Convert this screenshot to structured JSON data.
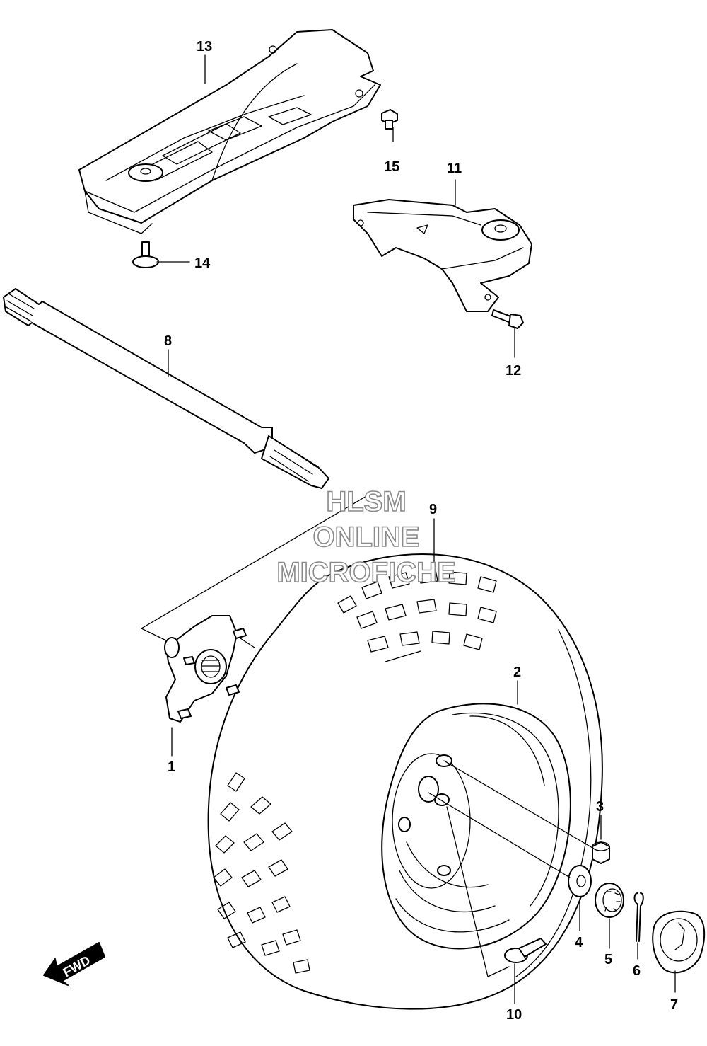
{
  "callouts": [
    {
      "id": "1",
      "label": "1"
    },
    {
      "id": "2",
      "label": "2"
    },
    {
      "id": "3",
      "label": "3"
    },
    {
      "id": "4",
      "label": "4"
    },
    {
      "id": "5",
      "label": "5"
    },
    {
      "id": "6",
      "label": "6"
    },
    {
      "id": "7",
      "label": "7"
    },
    {
      "id": "8",
      "label": "8"
    },
    {
      "id": "9",
      "label": "9"
    },
    {
      "id": "10",
      "label": "10"
    },
    {
      "id": "11",
      "label": "11"
    },
    {
      "id": "12",
      "label": "12"
    },
    {
      "id": "13",
      "label": "13"
    },
    {
      "id": "14",
      "label": "14"
    },
    {
      "id": "15",
      "label": "15"
    }
  ],
  "watermark": {
    "line1": "HLSM",
    "line2": "ONLINE",
    "line3": "MICROFICHE",
    "color": "#8a8a8a"
  },
  "direction_badge": {
    "label": "FWD",
    "icon": "fwd-arrow-icon"
  }
}
